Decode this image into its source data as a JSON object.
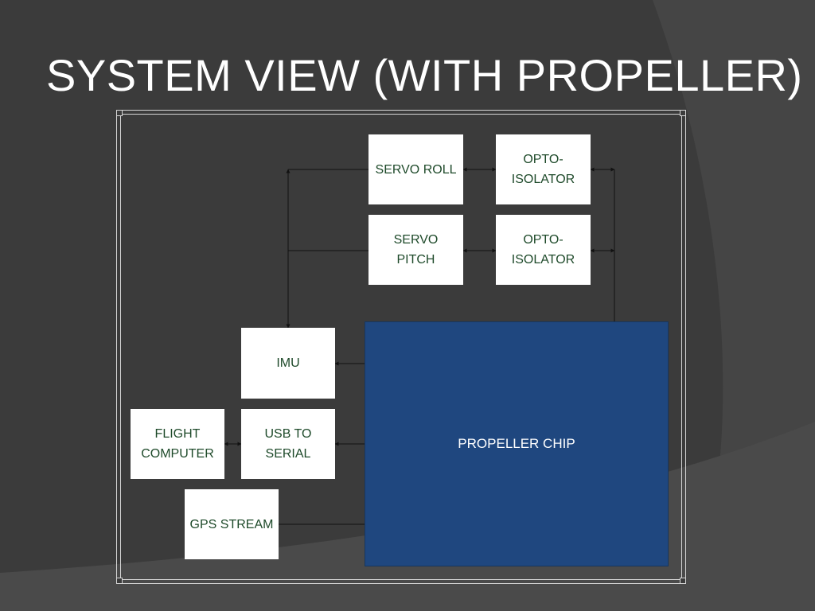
{
  "slide": {
    "title": "SYSTEM VIEW (WITH PROPELLER)"
  },
  "blocks": {
    "servo_roll": "SERVO ROLL",
    "opto_isolator_roll": "OPTO-\nISOLATOR",
    "servo_pitch": "SERVO\nPITCH",
    "opto_isolator_pitch": "OPTO-\nISOLATOR",
    "imu": "IMU",
    "flight_computer": "FLIGHT\nCOMPUTER",
    "usb_to_serial": "USB TO\nSERIAL",
    "gps_stream": "GPS STREAM",
    "propeller_chip": "PROPELLER CHIP"
  },
  "colors": {
    "background": "#3b3b3b",
    "chip_fill": "#1f477f",
    "block_fill": "#ffffff",
    "block_text": "#1e4a2a"
  }
}
